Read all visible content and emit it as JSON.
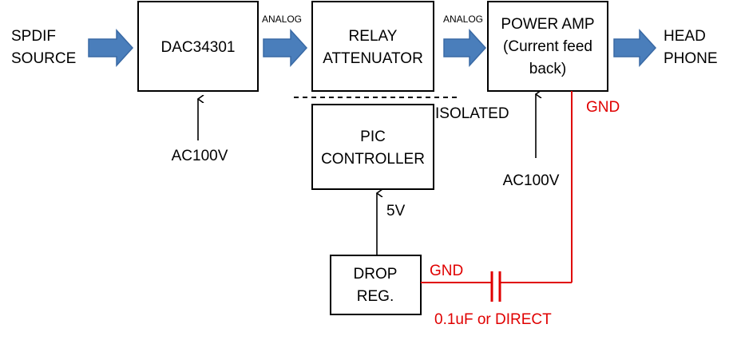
{
  "colors": {
    "arrow_fill": "#4a7ebb",
    "ground_wire": "#e00000",
    "text": "#000000"
  },
  "inputs": {
    "source_line1": "SPDIF",
    "source_line2": "SOURCE"
  },
  "outputs": {
    "head_line1": "HEAD",
    "head_line2": "PHONE"
  },
  "blocks": {
    "dac": "DAC34301",
    "relay_line1": "RELAY",
    "relay_line2": "ATTENUATOR",
    "amp_line1": "POWER AMP",
    "amp_line2": "(Current feed",
    "amp_line3": "back)",
    "pic_line1": "PIC",
    "pic_line2": "CONTROLLER",
    "drop_line1": "DROP",
    "drop_line2": "REG."
  },
  "labels": {
    "analog_1": "ANALOG",
    "analog_2": "ANALOG",
    "isolated": "ISOLATED",
    "ac_dac": "AC100V",
    "ac_amp": "AC100V",
    "five_v": "5V",
    "gnd_amp": "GND",
    "gnd_drop": "GND",
    "capacitor": "0.1uF or DIRECT"
  },
  "icons": {
    "signal_flow": "block-arrow-right-icon",
    "supply": "arrow-up-icon",
    "coupling": "capacitor-icon"
  }
}
